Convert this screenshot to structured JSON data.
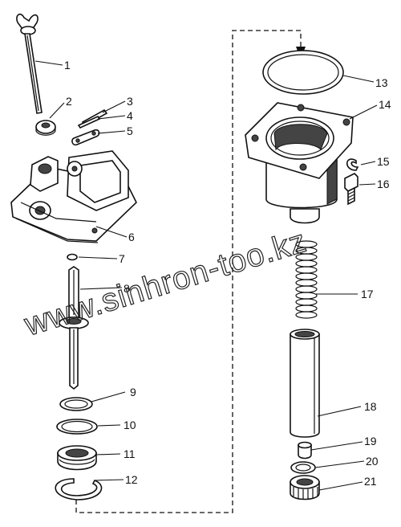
{
  "watermark": "www.sinhron-too.kz",
  "part_labels": [
    "1",
    "2",
    "3",
    "4",
    "5",
    "6",
    "7",
    "8",
    "9",
    "10",
    "11",
    "12",
    "13",
    "14",
    "15",
    "16",
    "17",
    "18",
    "19",
    "20",
    "21"
  ]
}
